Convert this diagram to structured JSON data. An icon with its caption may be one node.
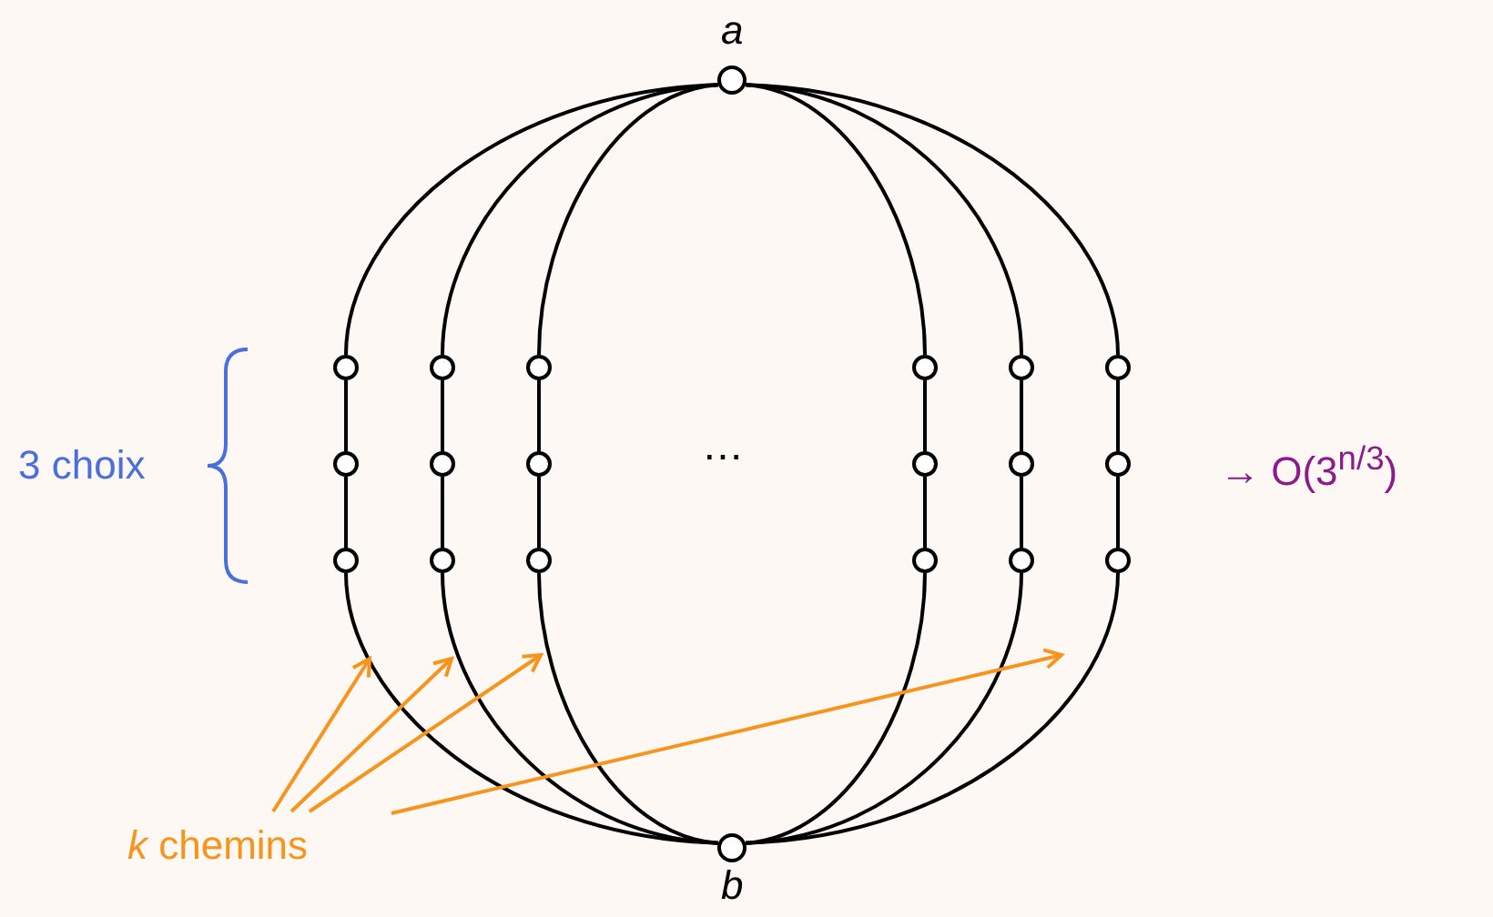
{
  "diagram": {
    "nodes": [
      {
        "text": [],
        "shape": "circle",
        "beside": [
          "a"
        ]
      },
      {
        "text": [],
        "shape": "circle",
        "beside": [
          "b"
        ]
      },
      {
        "text": [],
        "shape": "circle"
      },
      {
        "text": [],
        "shape": "circle"
      },
      {
        "text": [],
        "shape": "circle"
      },
      {
        "text": [],
        "shape": "circle"
      },
      {
        "text": [],
        "shape": "circle"
      },
      {
        "text": [],
        "shape": "circle"
      },
      {
        "text": [],
        "shape": "circle"
      },
      {
        "text": [],
        "shape": "circle"
      },
      {
        "text": [],
        "shape": "circle"
      },
      {
        "text": [],
        "shape": "circle"
      },
      {
        "text": [],
        "shape": "circle"
      },
      {
        "text": [],
        "shape": "circle"
      },
      {
        "text": [],
        "shape": "circle"
      },
      {
        "text": [],
        "shape": "circle"
      },
      {
        "text": [],
        "shape": "circle"
      },
      {
        "text": [],
        "shape": "circle"
      },
      {
        "text": [],
        "shape": "circle"
      },
      {
        "text": [],
        "shape": "circle"
      },
      {
        "text": [
          "*k* chemins"
        ]
      }
    ],
    "edges": [
      {
        "from": 0,
        "to": 2,
        "arrow": "none"
      },
      {
        "from": 2,
        "to": 3,
        "arrow": "none"
      },
      {
        "from": 3,
        "to": 4,
        "arrow": "none"
      },
      {
        "from": 4,
        "to": 1,
        "arrow": "none"
      },
      {
        "from": 0,
        "to": 5,
        "arrow": "none"
      },
      {
        "from": 5,
        "to": 6,
        "arrow": "none"
      },
      {
        "from": 6,
        "to": 7,
        "arrow": "none"
      },
      {
        "from": 7,
        "to": 1,
        "arrow": "none"
      },
      {
        "from": 0,
        "to": 8,
        "arrow": "none"
      },
      {
        "from": 8,
        "to": 9,
        "arrow": "none"
      },
      {
        "from": 9,
        "to": 10,
        "arrow": "none"
      },
      {
        "from": 10,
        "to": 1,
        "arrow": "none"
      },
      {
        "from": 0,
        "to": 11,
        "arrow": "none"
      },
      {
        "from": 11,
        "to": 12,
        "arrow": "none"
      },
      {
        "from": 12,
        "to": 13,
        "arrow": "none"
      },
      {
        "from": 13,
        "to": 1,
        "arrow": "none"
      },
      {
        "from": 0,
        "to": 14,
        "arrow": "none"
      },
      {
        "from": 14,
        "to": 15,
        "arrow": "none"
      },
      {
        "from": 15,
        "to": 16,
        "arrow": "none"
      },
      {
        "from": 16,
        "to": 1,
        "arrow": "none"
      },
      {
        "from": 0,
        "to": 17,
        "arrow": "none"
      },
      {
        "from": 17,
        "to": 18,
        "arrow": "none"
      },
      {
        "from": 18,
        "to": 19,
        "arrow": "none"
      },
      {
        "from": 19,
        "to": 1,
        "arrow": "none"
      },
      {
        "from": 20,
        "to": null,
        "arrow": "to",
        "color": "#f7941d"
      },
      {
        "from": 20,
        "to": null,
        "arrow": "to",
        "color": "#f7941d"
      },
      {
        "from": 20,
        "to": null,
        "arrow": "to",
        "color": "#f7941d"
      },
      {
        "from": 20,
        "to": null,
        "arrow": "to",
        "color": "#f7941d"
      }
    ],
    "labels": [
      "3 choix",
      "⋯",
      "→ O(3$^{n/3}$)"
    ]
  }
}
